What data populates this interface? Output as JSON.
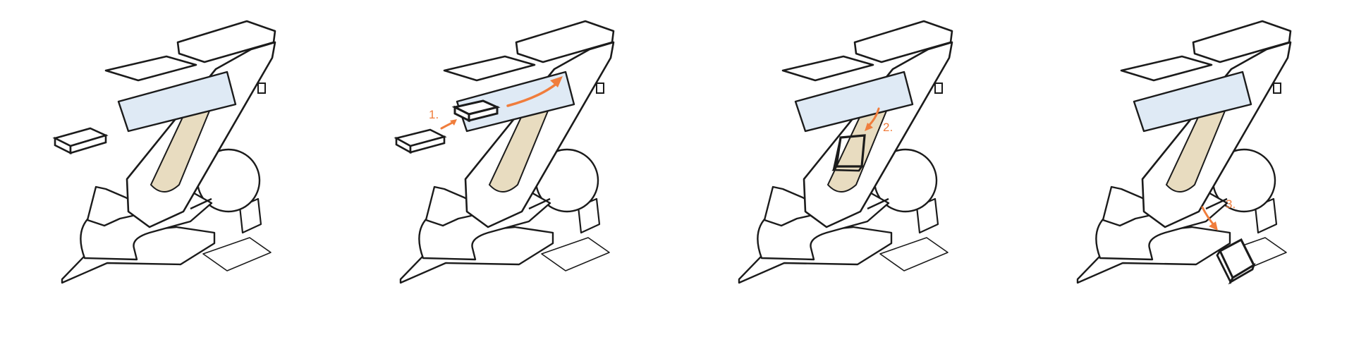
{
  "figure": {
    "panels": [
      {
        "id": "panel-1",
        "step_label": ""
      },
      {
        "id": "panel-2",
        "step_label": "1."
      },
      {
        "id": "panel-3",
        "step_label": "2."
      },
      {
        "id": "panel-4",
        "step_label": "3."
      }
    ],
    "colors": {
      "line": "#1b1b1b",
      "accent": "#f07d3c",
      "tube": "#dfeaf5",
      "window": "#e8dcc0",
      "window_vein": "#cdbb95"
    },
    "icons": [
      "cartridge-icon",
      "arrow-icon",
      "machine-icon"
    ]
  }
}
